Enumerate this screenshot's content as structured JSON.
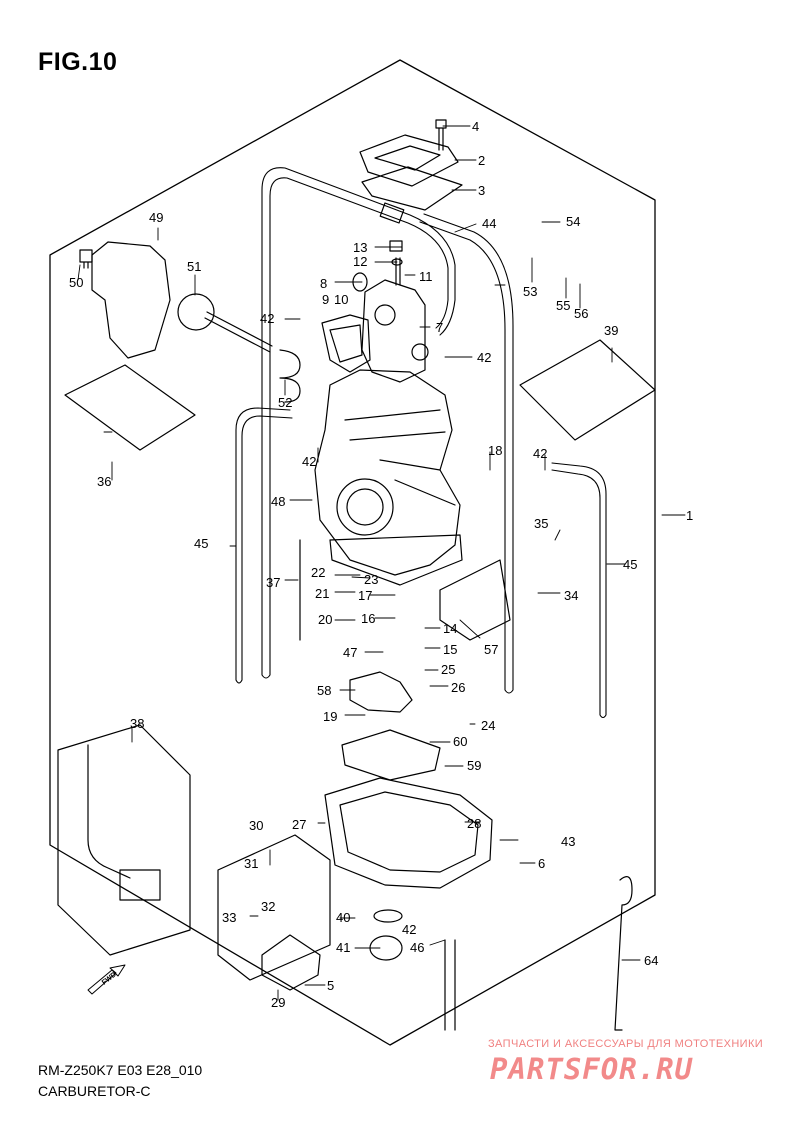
{
  "figure": {
    "title": "FIG.10",
    "model_code": "RM-Z250K7 E03 E28_010",
    "subtitle": "CARBURETOR-C"
  },
  "watermark": {
    "tagline": "ЗАПЧАСТИ И АКСЕССУАРЫ ДЛЯ МОТОТЕХНИКИ",
    "brand": "PARTSFOR.RU",
    "color": "#f08080"
  },
  "fwd_label": "FWD",
  "part_labels": [
    "1",
    "2",
    "3",
    "4",
    "5",
    "6",
    "7",
    "8",
    "9",
    "10",
    "11",
    "12",
    "13",
    "14",
    "15",
    "16",
    "17",
    "18",
    "19",
    "20",
    "21",
    "22",
    "23",
    "24",
    "25",
    "26",
    "27",
    "28",
    "29",
    "30",
    "31",
    "32",
    "33",
    "34",
    "35",
    "36",
    "37",
    "38",
    "39",
    "40",
    "41",
    "42",
    "42",
    "42",
    "42",
    "42",
    "43",
    "44",
    "45",
    "45",
    "46",
    "47",
    "48",
    "49",
    "50",
    "51",
    "52",
    "53",
    "54",
    "55",
    "56",
    "57",
    "58",
    "59",
    "60",
    "64"
  ]
}
